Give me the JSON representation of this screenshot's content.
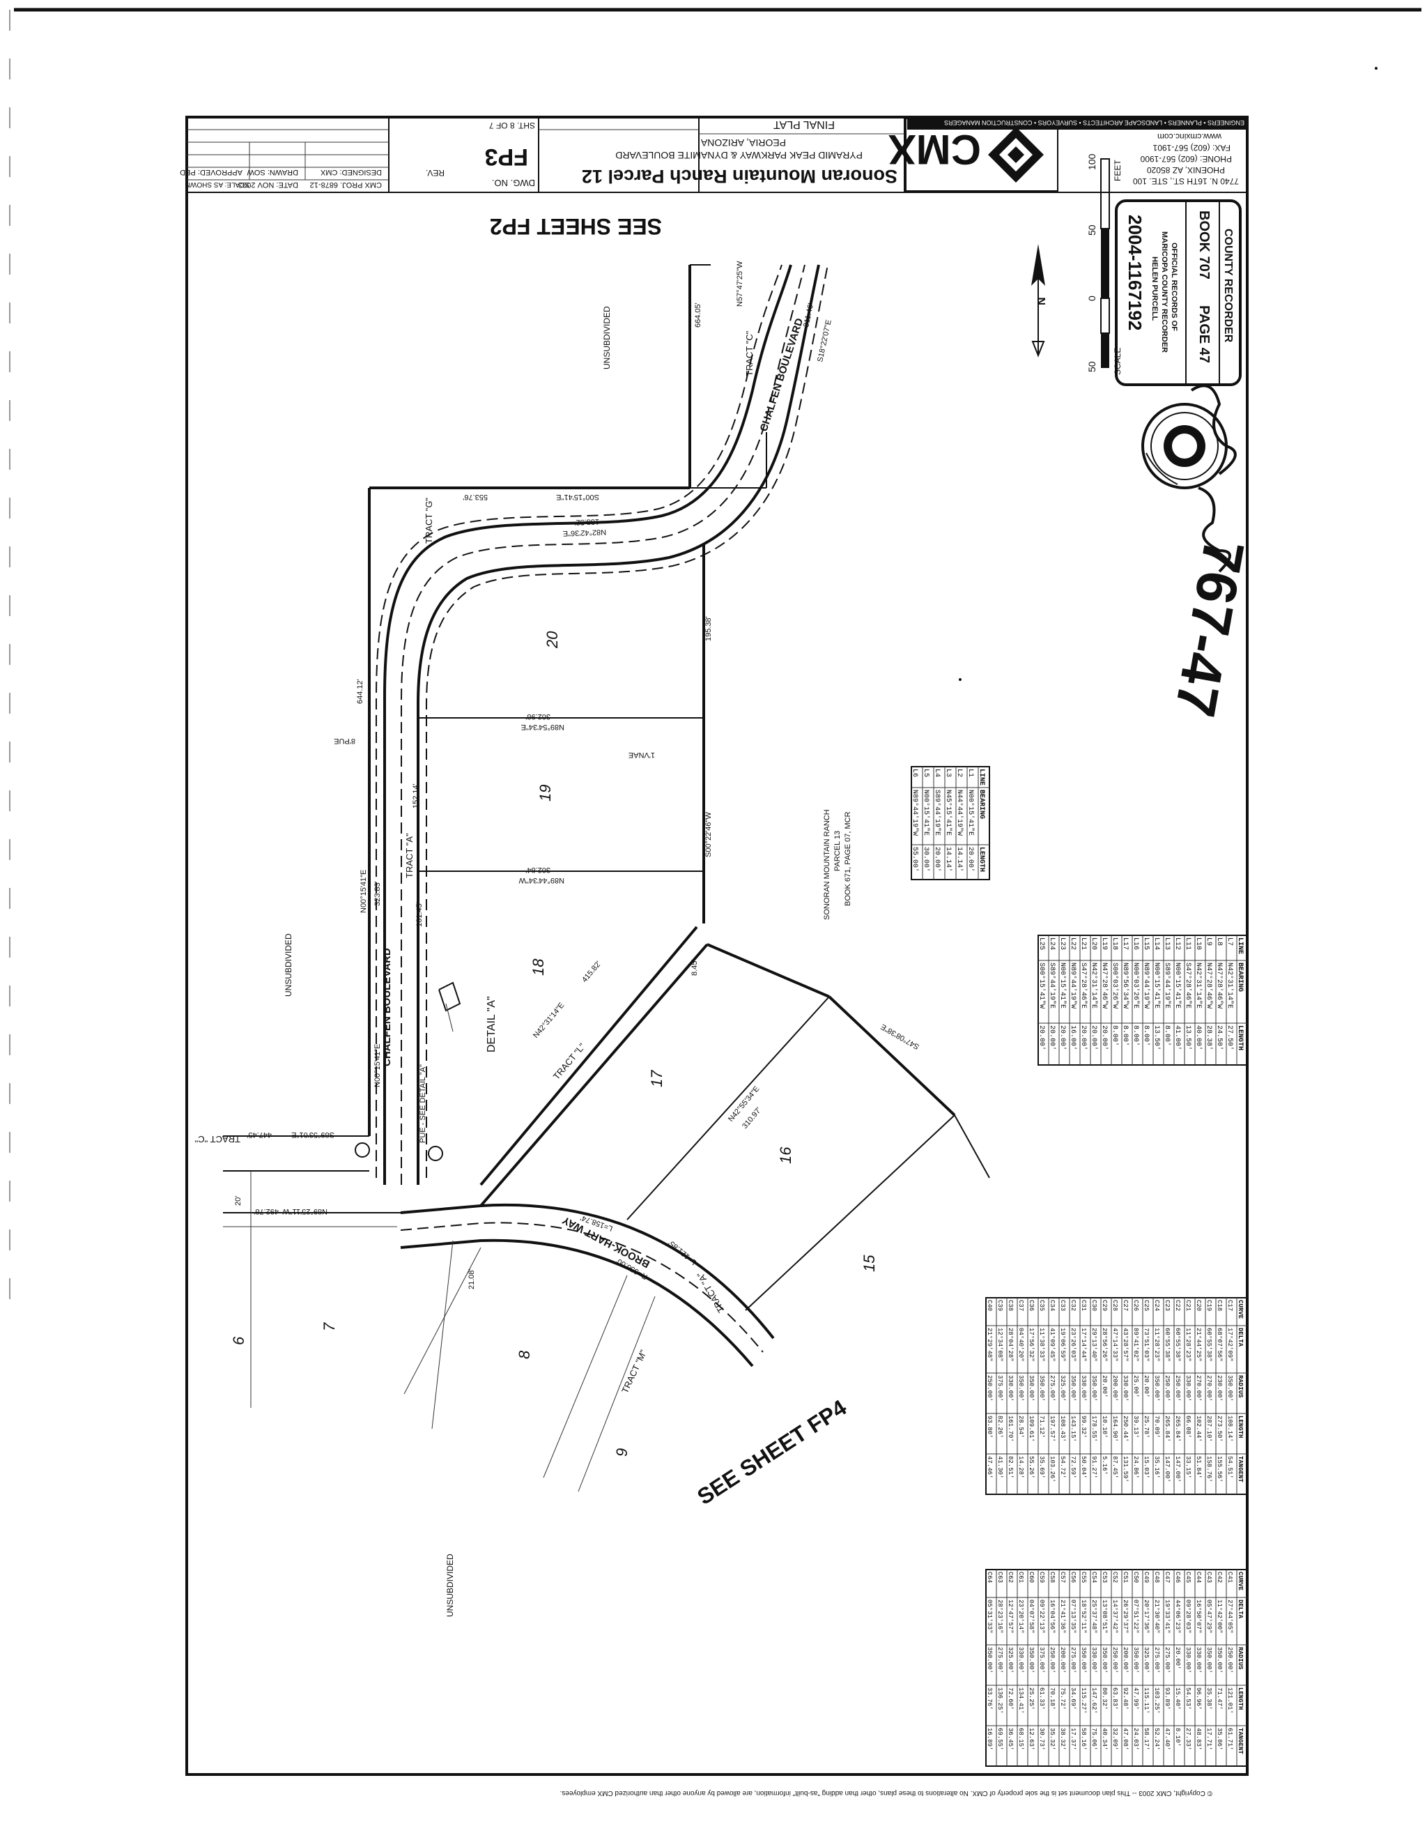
{
  "title_block": {
    "project": "Sonoran Mountain Ranch Parcel 12",
    "location_line1": "PYRAMID PEAK PARKWAY & DYNAMITE BOULEVARD",
    "location_line2": "PEORIA, ARIZONA",
    "sheet_title": "FINAL PLAT",
    "firm_logo": "CMX",
    "firm_address": "7740 N. 16TH ST., STE. 100",
    "firm_city": "PHOENIX, AZ 85020",
    "firm_phone": "PHONE: (602) 567-1900",
    "firm_fax": "FAX: (602) 567-1901",
    "firm_web": "www.cmxinc.com",
    "firm_services": "ENGINEERS • PLANNERS • LANDSCAPE ARCHITECTS • SURVEYORS • CONSTRUCTION MANAGERS",
    "cmx_proj": "CMX PROJ. 6878-12",
    "date": "DATE: NOV 2003",
    "scale": "SCALE: AS SHOWN",
    "designed": "DESIGNED: CMX",
    "drawn": "DRAWN: SOW",
    "approved": "APPROVED: PED",
    "dwg_no_label": "DWG. NO.",
    "dwg_no": "FP3",
    "rev": "REV.",
    "sheet_no": "SHT. 8 OF 7"
  },
  "see_sheet_top": "SEE SHEET FP2",
  "see_sheet_bottom": "SEE SHEET FP4",
  "recorder": {
    "heading": "COUNTY RECORDER",
    "book": "BOOK 707",
    "page": "PAGE 47",
    "line1": "OFFICIAL RECORDS OF",
    "line2": "MARICOPA COUNTY RECORDER",
    "line3": "HELEN PURCELL",
    "number": "2004-1167192"
  },
  "handwritten_number": "767-47",
  "scale_bar": {
    "ticks": [
      "50",
      "0",
      "50",
      "100"
    ],
    "unit": "FEET",
    "label": "SCALE"
  },
  "labels": {
    "unsubdivided_top": "UNSUBDIVIDED",
    "unsubdivided_mid": "UNSUBDIVIDED",
    "unsubdivided_bottom": "UNSUBDIVIDED",
    "chalfen_blvd": "CHALFEN BOULEVARD",
    "chalfen_blvd_top": "CHALFEN BOULEVARD",
    "brook_hart_way": "BROOK-HART WAY",
    "tract_a": "TRACT \"A\"",
    "tract_a2": "TRACT \"A\"",
    "tract_c": "TRACT \"C\"",
    "tract_c2": "TRACT \"C\"",
    "tract_g": "TRACT \"G\"",
    "tract_l": "TRACT \"L\"",
    "tract_m": "TRACT \"M\"",
    "detail_a": "DETAIL \"A\"",
    "pue_see_detail": "PUE - SEE DETAIL \"A\"",
    "parcel13_l1": "SONORAN MOUNTAIN RANCH",
    "parcel13_l2": "PARCEL 13",
    "parcel13_l3": "BOOK 671, PAGE 07, MCR",
    "copyright": "© Copyright, CMX 2003 -- This plan document set is the sole property of CMX. No alterations to these plans, other than adding \"as-built\" information, are allowed by anyone other than authorized CMX employees."
  },
  "lots": [
    "20",
    "19",
    "18",
    "17",
    "16",
    "15",
    "6",
    "7",
    "8",
    "9"
  ],
  "dims": {
    "d1": "N89°54'34\"E",
    "d2": "302.98'",
    "d3": "N89°44'34\"W",
    "d4": "302.84'",
    "d5": "N82°42'36\"E",
    "d6": "133.52'",
    "d7": "S00°22'46\"W",
    "d8": "195.38'",
    "d9": "N00°15'41\"E",
    "d10": "323.83'",
    "d11": "N00°15'41\"E",
    "d12": "644.12'",
    "d13": "S89°53'01\"E",
    "d14": "447.45'",
    "d15": "N42°31'14\"E",
    "d16": "415.82'",
    "d17": "N42°55'34\"E",
    "d18": "310.97'",
    "d19": "S47°08'38\"E",
    "d20": "N89°25'11\"W",
    "d21": "492.78'",
    "d22": "553.76'",
    "d23": "S00°15'41\"E",
    "d24": "664.05'",
    "d25": "N57°47'25\"W",
    "d26": "S18°22'07\"E",
    "d27": "311.46'",
    "d28": "152.14'",
    "d29": "161.45'",
    "d30": "8.45'",
    "d31": "21.08'",
    "d32": "20'",
    "d33": "1'VNAE",
    "d34": "8'PUE",
    "d35": "L=158.74'",
    "d36": "L=121.85'",
    "d37": "R=350.00'"
  },
  "line_table": {
    "headers": [
      "LINE",
      "BEARING",
      "LENGTH"
    ],
    "rows": [
      [
        "L1",
        "N00°15'41\"E",
        "20.00'"
      ],
      [
        "L2",
        "N44°44'19\"W",
        "14.14'"
      ],
      [
        "L3",
        "N45°15'41\"E",
        "14.14'"
      ],
      [
        "L4",
        "S89°44'19\"E",
        "20.00'"
      ],
      [
        "L5",
        "N00°15'41\"E",
        "30.00'"
      ],
      [
        "L6",
        "N89°44'19\"W",
        "55.00'"
      ]
    ]
  },
  "bearing_table": {
    "headers": [
      "LINE",
      "BEARING",
      "LENGTH"
    ],
    "rows": [
      [
        "L7",
        "N42°31'14\"E",
        "27.50'"
      ],
      [
        "L8",
        "N47°28'46\"W",
        "24.50'"
      ],
      [
        "L9",
        "N47°28'46\"W",
        "28.38'"
      ],
      [
        "L10",
        "N42°31'14\"E",
        "40.00'"
      ],
      [
        "L11",
        "S47°28'46\"E",
        "13.50'"
      ],
      [
        "L12",
        "N00°15'41\"E",
        "41.00'"
      ],
      [
        "L13",
        "S89°44'19\"E",
        "8.00'"
      ],
      [
        "L14",
        "N00°15'41\"E",
        "13.50'"
      ],
      [
        "L15",
        "N89°44'19\"W",
        "8.00'"
      ],
      [
        "L16",
        "N00°03'26\"E",
        "8.00'"
      ],
      [
        "L17",
        "N89°56'34\"W",
        "8.00'"
      ],
      [
        "L18",
        "S00°03'26\"W",
        "8.00'"
      ],
      [
        "L19",
        "N47°28'46\"W",
        "20.00'"
      ],
      [
        "L20",
        "N42°31'14\"E",
        "20.00'"
      ],
      [
        "L21",
        "S47°28'46\"E",
        "20.00'"
      ],
      [
        "L22",
        "N89°44'19\"W",
        "16.00'"
      ],
      [
        "L23",
        "N00°15'41\"E",
        "20.00'"
      ],
      [
        "L24",
        "S89°44'19\"E",
        "20.00'"
      ],
      [
        "L25",
        "S00°15'41\"W",
        "20.00'"
      ]
    ]
  },
  "curve_table_1": {
    "headers": [
      "CURVE",
      "DELTA",
      "RADIUS",
      "LENGTH",
      "TANGENT"
    ],
    "rows": [
      [
        "C17",
        "17°42'09\"",
        "350.00'",
        "108.14'",
        "54.51'"
      ],
      [
        "C18",
        "68°07'56\"",
        "230.00'",
        "273.50'",
        "155.56'"
      ],
      [
        "C19",
        "60°55'38\"",
        "270.00'",
        "287.10'",
        "158.76'"
      ],
      [
        "C20",
        "21°44'25\"",
        "270.00'",
        "102.44'",
        "51.84'"
      ],
      [
        "C21",
        "11°28'23\"",
        "330.00'",
        "66.08'",
        "33.15'"
      ],
      [
        "C22",
        "60°55'38\"",
        "250.00'",
        "265.84'",
        "147.00'"
      ],
      [
        "C23",
        "60°55'38\"",
        "250.00'",
        "265.84'",
        "147.00'"
      ],
      [
        "C24",
        "11°28'23\"",
        "350.00'",
        "70.09'",
        "35.16'"
      ],
      [
        "C25",
        "73°51'03\"",
        "20.00'",
        "25.78'",
        "15.03'"
      ],
      [
        "C26",
        "89°41'02\"",
        "25.00'",
        "39.13'",
        "24.86'"
      ],
      [
        "C27",
        "43°28'57\"",
        "330.00'",
        "250.44'",
        "131.59'"
      ],
      [
        "C28",
        "47°14'33\"",
        "200.00'",
        "164.90'",
        "87.45'"
      ],
      [
        "C29",
        "28°56'26\"",
        "20.00'",
        "10.10'",
        "5.16'"
      ],
      [
        "C30",
        "29°13'40\"",
        "350.00'",
        "178.55'",
        "91.27'"
      ],
      [
        "C31",
        "17°14'44\"",
        "330.00'",
        "99.32'",
        "50.04'"
      ],
      [
        "C32",
        "23°26'03\"",
        "350.00'",
        "143.15'",
        "72.59'"
      ],
      [
        "C33",
        "19°06'59\"",
        "325.00'",
        "108.43'",
        "54.72'"
      ],
      [
        "C34",
        "41°09'45\"",
        "275.00'",
        "197.57'",
        "103.26'"
      ],
      [
        "C35",
        "11°38'33\"",
        "350.00'",
        "71.12'",
        "35.69'"
      ],
      [
        "C36",
        "17°56'32\"",
        "350.00'",
        "109.61'",
        "55.26'"
      ],
      [
        "C37",
        "04°40'20\"",
        "350.00'",
        "28.54'",
        "14.28'"
      ],
      [
        "C38",
        "28°04'28\"",
        "330.00'",
        "161.70'",
        "82.51'"
      ],
      [
        "C39",
        "12°34'08\"",
        "375.00'",
        "82.26'",
        "41.30'"
      ],
      [
        "C40",
        "21°29'48\"",
        "250.00'",
        "93.80'",
        "47.46'"
      ]
    ]
  },
  "curve_table_2": {
    "headers": [
      "CURVE",
      "DELTA",
      "RADIUS",
      "LENGTH",
      "TANGENT"
    ],
    "rows": [
      [
        "C41",
        "27°44'05\"",
        "250.00'",
        "121.01'",
        "61.71'"
      ],
      [
        "C42",
        "11°42'00\"",
        "350.00'",
        "71.47'",
        "35.86'"
      ],
      [
        "C43",
        "05°47'29\"",
        "350.00'",
        "35.38'",
        "17.71'"
      ],
      [
        "C44",
        "16°50'07\"",
        "330.00'",
        "96.96'",
        "48.83'"
      ],
      [
        "C45",
        "09°28'03\"",
        "330.00'",
        "54.53'",
        "27.33'"
      ],
      [
        "C46",
        "44°06'23\"",
        "20.00'",
        "15.40'",
        "8.10'"
      ],
      [
        "C47",
        "19°33'41\"",
        "275.00'",
        "93.89'",
        "47.40'"
      ],
      [
        "C48",
        "21°30'40\"",
        "275.00'",
        "103.25'",
        "52.24'"
      ],
      [
        "C49",
        "20°17'36\"",
        "325.00'",
        "115.11'",
        "58.17'"
      ],
      [
        "C50",
        "07°51'22\"",
        "350.00'",
        "47.99'",
        "24.03'"
      ],
      [
        "C51",
        "26°29'37\"",
        "200.00'",
        "92.48'",
        "47.08'"
      ],
      [
        "C52",
        "14°37'42\"",
        "250.00'",
        "63.83'",
        "32.09'"
      ],
      [
        "C53",
        "13°08'51\"",
        "350.00'",
        "80.32'",
        "40.34'"
      ],
      [
        "C54",
        "25°37'48\"",
        "330.00'",
        "147.62'",
        "75.06'"
      ],
      [
        "C55",
        "18°52'11\"",
        "350.00'",
        "115.27'",
        "58.16'"
      ],
      [
        "C56",
        "07°13'35\"",
        "275.00'",
        "34.69'",
        "17.37'"
      ],
      [
        "C57",
        "21°41'36\"",
        "200.00'",
        "75.72'",
        "38.32'"
      ],
      [
        "C58",
        "16°04'56\"",
        "250.00'",
        "70.18'",
        "35.32'"
      ],
      [
        "C59",
        "09°22'13\"",
        "375.00'",
        "61.33'",
        "30.73'"
      ],
      [
        "C60",
        "04°07'58\"",
        "350.00'",
        "25.25'",
        "12.63'"
      ],
      [
        "C61",
        "23°20'14\"",
        "330.00'",
        "134.41'",
        "68.15'"
      ],
      [
        "C62",
        "12°47'57\"",
        "325.00'",
        "72.60'",
        "36.45'"
      ],
      [
        "C63",
        "28°23'16\"",
        "275.00'",
        "136.25'",
        "69.55'"
      ],
      [
        "C64",
        "05°31'33\"",
        "350.00'",
        "33.76'",
        "16.89'"
      ]
    ]
  }
}
